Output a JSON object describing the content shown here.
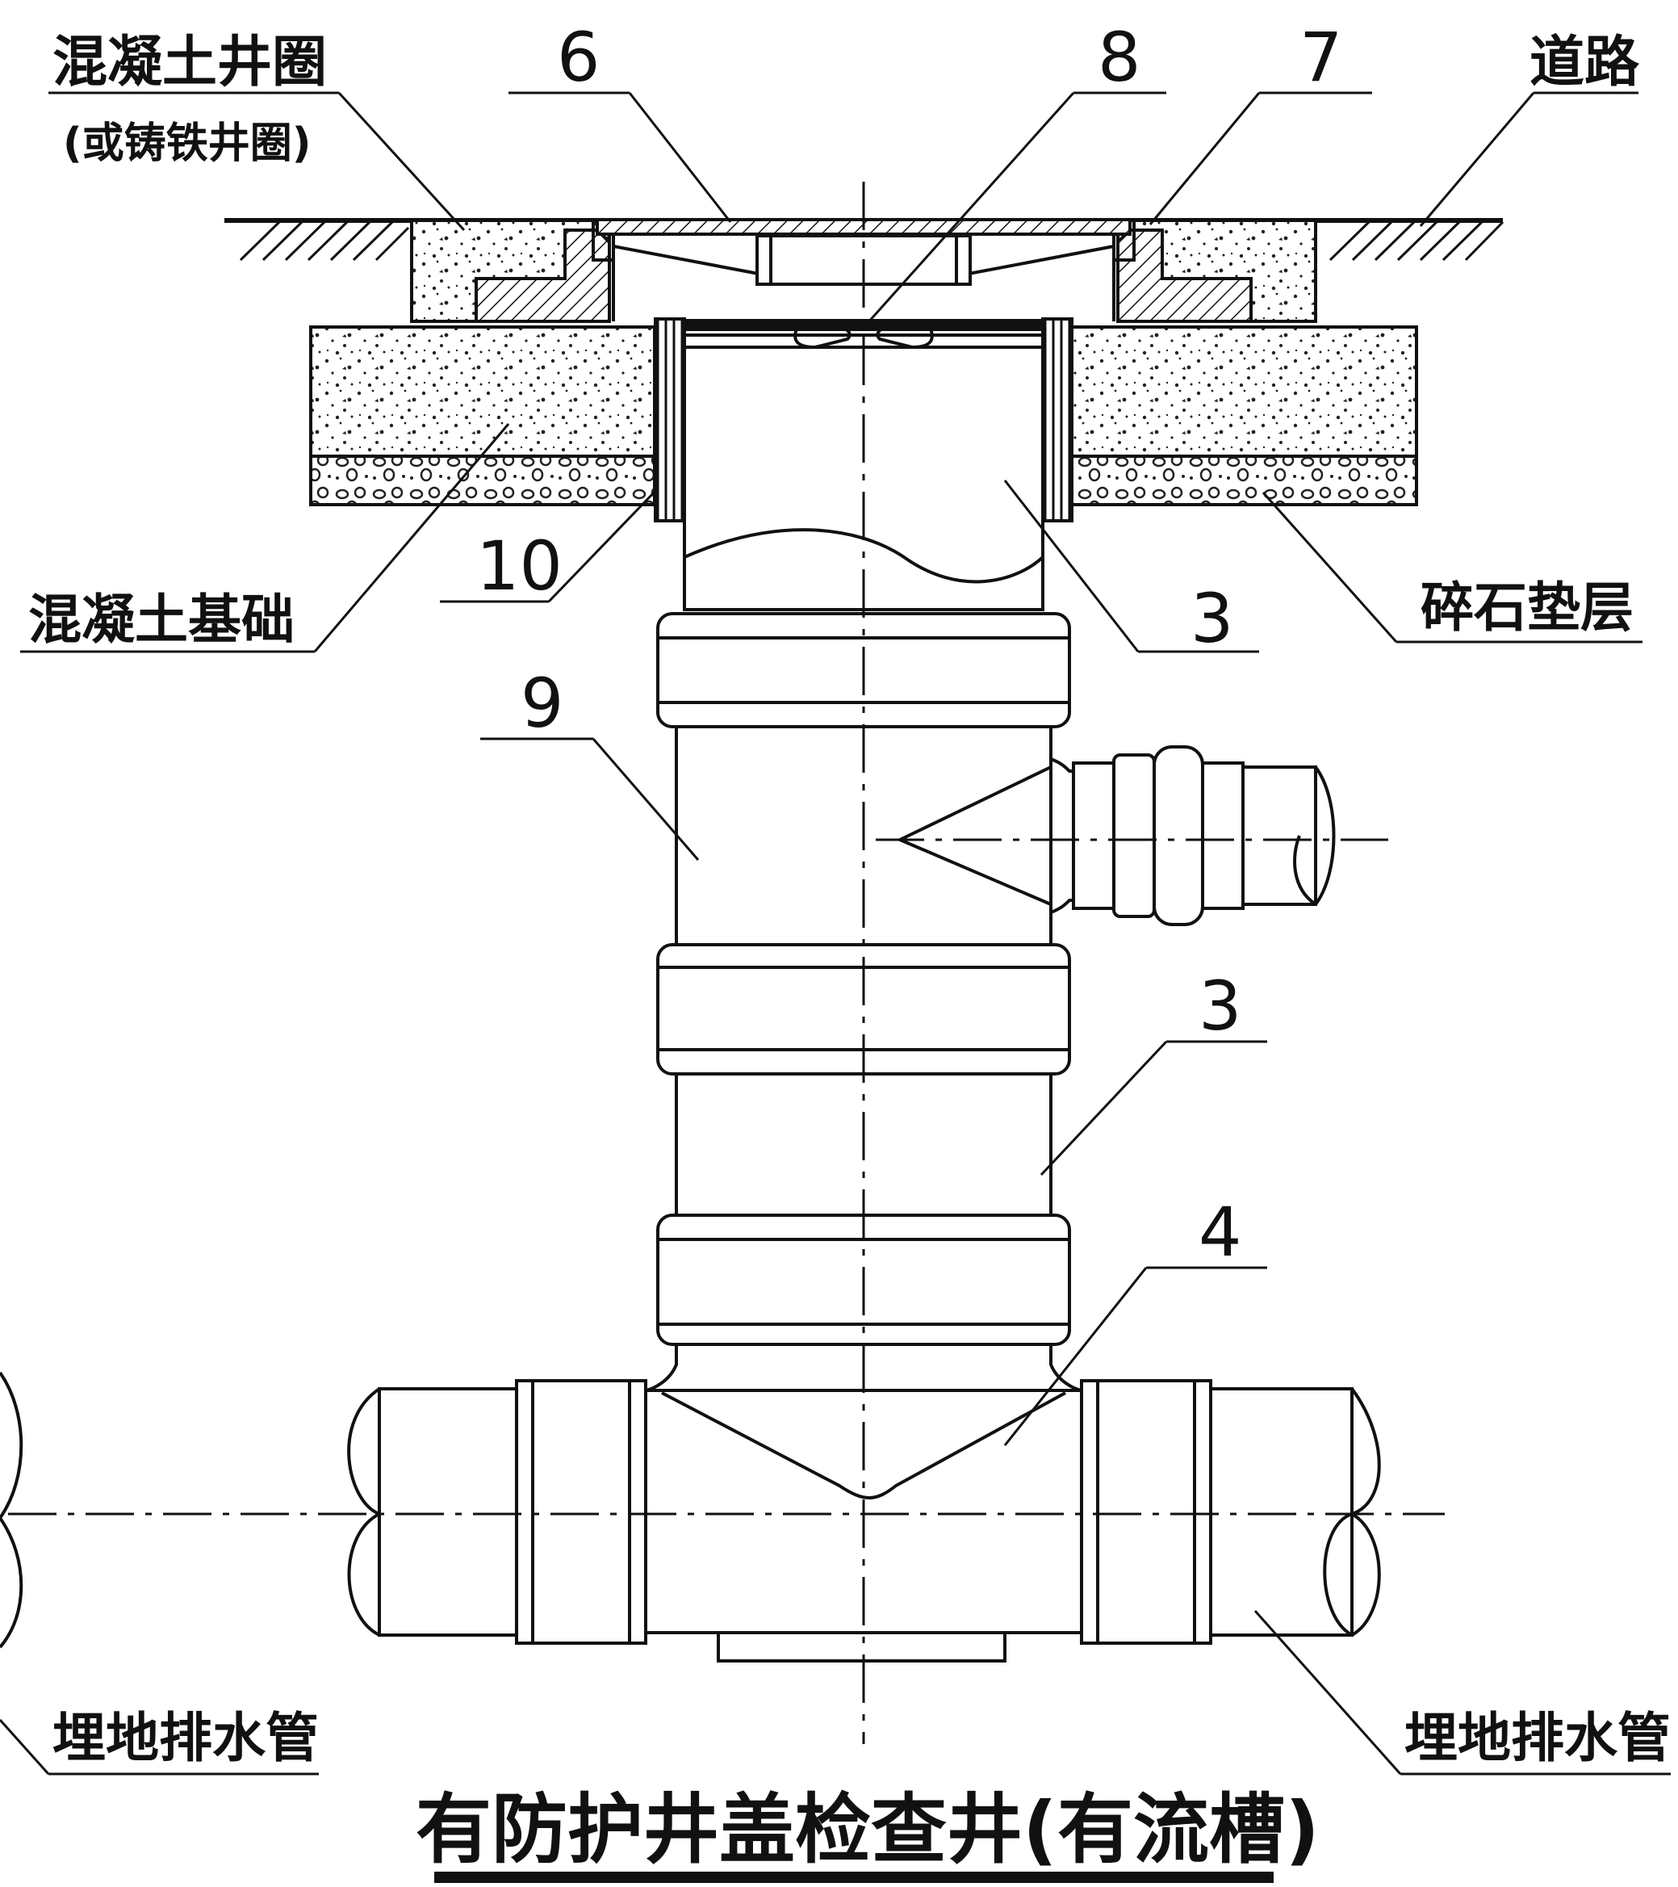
{
  "title": "有防护井盖检查井(有流槽)",
  "labels": {
    "concrete_ring": "混凝土井圈",
    "concrete_ring_alt": "(或铸铁井圈)",
    "num_6": "6",
    "num_8": "8",
    "num_7": "7",
    "road": "道路",
    "concrete_base": "混凝土基础",
    "num_10": "10",
    "num_3_top": "3",
    "gravel_layer": "碎石垫层",
    "num_9": "9",
    "num_3_mid": "3",
    "num_4": "4",
    "pipe_left": "埋地排水管",
    "pipe_right": "埋地排水管"
  }
}
